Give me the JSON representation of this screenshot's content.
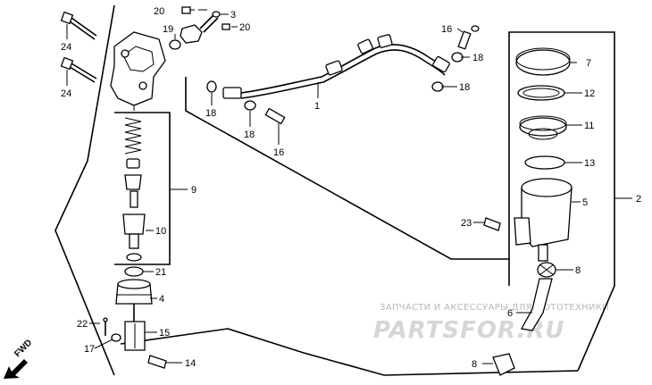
{
  "labels": {
    "l1": "1",
    "l2": "2",
    "l3": "3",
    "l4": "4",
    "l5": "5",
    "l6": "6",
    "l7": "7",
    "l8a": "8",
    "l8b": "8",
    "l9": "9",
    "l10": "10",
    "l11": "11",
    "l12": "12",
    "l13": "13",
    "l14": "14",
    "l15": "15",
    "l16a": "16",
    "l16b": "16",
    "l17": "17",
    "l18a": "18",
    "l18b": "18",
    "l18c": "18",
    "l18d": "18",
    "l19": "19",
    "l20a": "20",
    "l20b": "20",
    "l21": "21",
    "l22": "22",
    "l23": "23",
    "l24a": "24",
    "l24b": "24"
  },
  "fwd_label": "FWD",
  "watermark": {
    "line1": "ЗАПЧАСТИ И АКСЕССУАРЫ ДЛЯ МОТОТЕХНИКИ",
    "line2": "PARTSFOR.RU"
  }
}
